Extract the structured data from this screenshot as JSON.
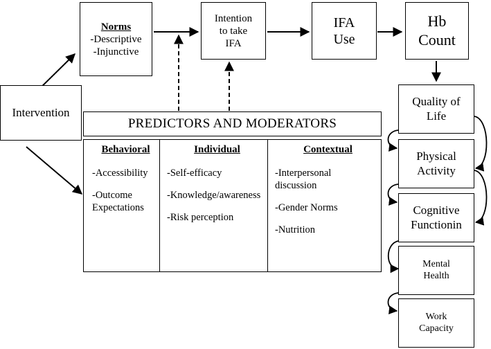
{
  "intervention": "Intervention",
  "norms": {
    "title": "Norms",
    "items": [
      "-Descriptive",
      "-Injunctive"
    ]
  },
  "intention": [
    "Intention",
    "to take",
    "IFA"
  ],
  "ifa_use": [
    "IFA",
    "Use"
  ],
  "hb_count": [
    "Hb",
    "Count"
  ],
  "predictors_title": "PREDICTORS AND MODERATORS",
  "columns": [
    {
      "title": "Behavioral",
      "items": [
        "-Accessibility",
        "-Outcome Expectations"
      ]
    },
    {
      "title": "Individual",
      "items": [
        "-Self-efficacy",
        "-Knowledge/awareness",
        "-Risk perception"
      ]
    },
    {
      "title": "Contextual",
      "items": [
        "-Interpersonal discussion",
        "-Gender Norms",
        "-Nutrition"
      ]
    }
  ],
  "outcomes": [
    [
      "Quality of",
      "Life"
    ],
    [
      "Physical",
      "Activity"
    ],
    [
      "Cognitive",
      "Functionin"
    ],
    [
      "Mental",
      "Health"
    ],
    [
      "Work",
      "Capacity"
    ]
  ]
}
